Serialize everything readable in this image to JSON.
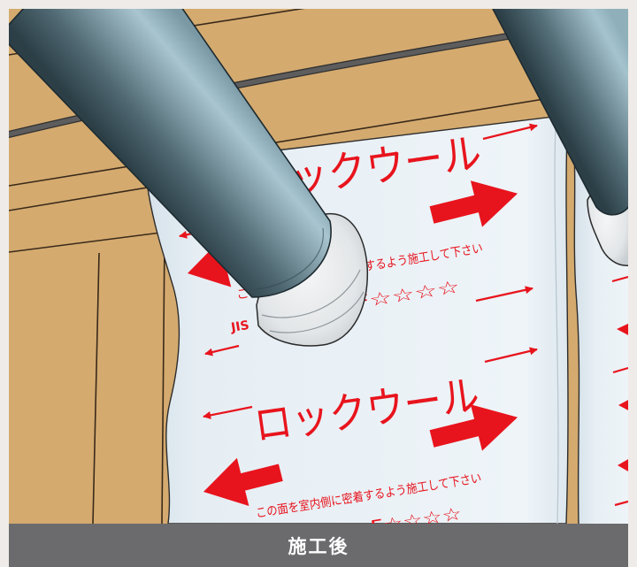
{
  "caption": {
    "text": "施工後"
  },
  "sheet": {
    "brand_top": "ックウール",
    "brand_bottom": "ロックウール",
    "instruction_top": "するよう施工して下さい",
    "instruction_bottom": "この面を室内側に密着するよう施工して下さい",
    "fragment_ko": "こ",
    "jis_label": "JIS",
    "grade_top": "F☆☆☆☆",
    "grade_bottom": "F☆☆☆☆"
  },
  "colors": {
    "frame": "#efebe8",
    "wood": "#d4aa6f",
    "wood_line": "#3a2a1a",
    "groove": "#5d5d5e",
    "insulation": "#eaf1f6",
    "print_red": "#e8141d",
    "pipe": "#6f8c97",
    "collar": "#e6e8ea",
    "banner": "#6b6b6d",
    "banner_text": "#ffffff"
  }
}
